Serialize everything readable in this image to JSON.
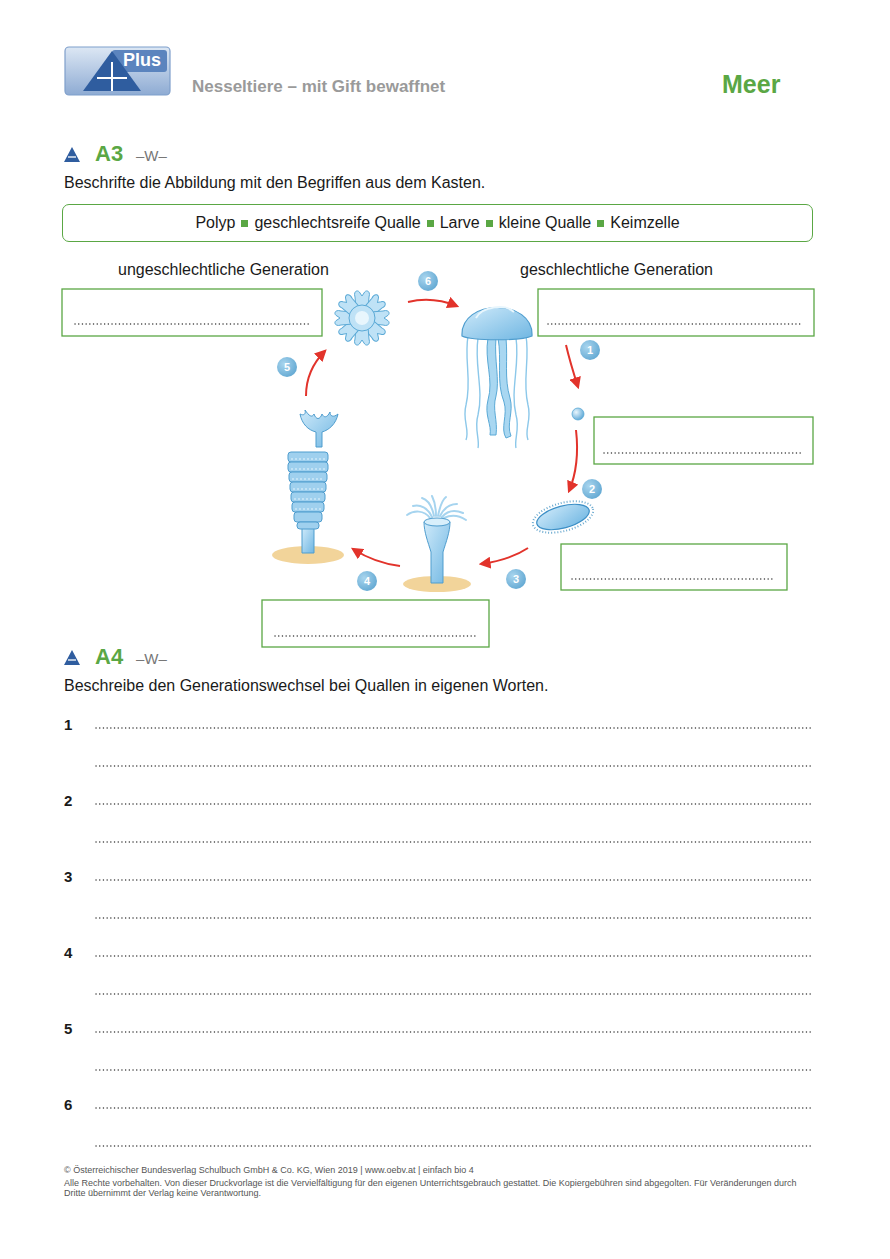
{
  "diagram": {
    "title": "Nesseltiere – mit Gift bewaffnet",
    "nodes": [
      {
        "text": [
          "Plus"
        ]
      },
      {
        "text": [
          "Polyp",
          "geschlechtsreife Qualle",
          "Larve",
          "kleine Qualle",
          "Keimzelle"
        ]
      }
    ],
    "labels": [
      "Meer",
      "A3",
      "–W–",
      "Beschrifte die Abbildung mit den Begriffen aus dem Kasten.",
      "ungeschlechtliche Generation",
      "geschlechtliche Generation",
      "6",
      "1",
      "5",
      "2",
      "4",
      "3",
      "A4",
      "–W–",
      "Beschreibe den Generationswechsel bei Quallen in eigenen Worten.",
      "1",
      "2",
      "3",
      "4",
      "5",
      "6",
      "© Österreichischer Bundesverlag Schulbuch GmbH & Co. KG, Wien 2019 | www.oebv.at | einfach bio 4",
      "Alle Rechte vorbehalten. Von dieser Druckvorlage ist die Vervielfältigung für den eigenen Unterrichtsgebrauch gestattet. Die Kopiergebühren sind abgegolten. Für Veränderungen durch Dritte übernimmt der Verlag keine Verantwortung."
    ]
  }
}
